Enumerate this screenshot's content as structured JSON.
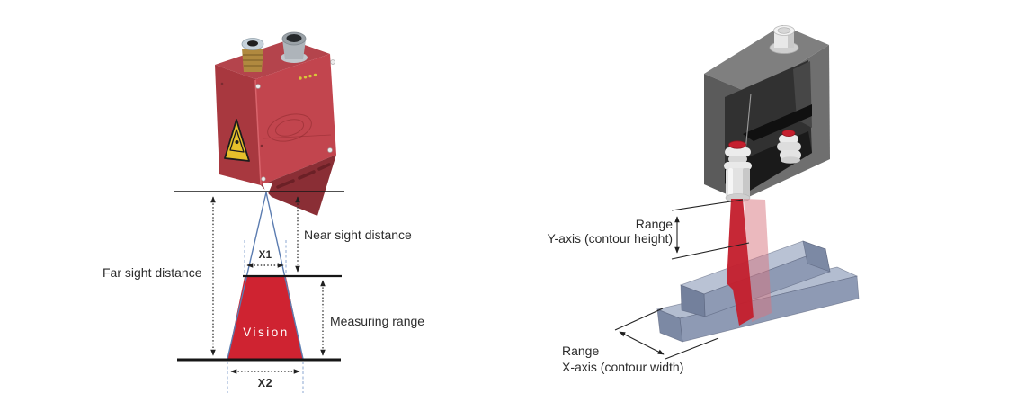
{
  "page": {
    "background": "#ffffff"
  },
  "left_diagram": {
    "description": "laser profile sensor side view with sight distances",
    "labels": {
      "far_sight_distance": "Far sight distance",
      "near_sight_distance": "Near sight distance",
      "measuring_range": "Measuring range",
      "x1": "X1",
      "x2": "X2",
      "vision": "Vision"
    },
    "colors": {
      "sensor_body": "#c2454e",
      "sensor_body_dark": "#a8383f",
      "vision_area": "#cf2331",
      "beam_lines": "#5b7cb0",
      "warning_label": "#e6c02b"
    }
  },
  "right_diagram": {
    "description": "sensor housing scanning a stepped workpiece with laser fan",
    "labels": {
      "range_y_title": "Range",
      "range_y_axis": "Y-axis (contour height)",
      "range_x_title": "Range",
      "range_x_axis": "X-axis (contour width)"
    },
    "colors": {
      "housing": "#6f6f6f",
      "housing_top": "#7f7f7f",
      "cavity": "#313131",
      "laser_beam": "#c41f2e",
      "receiver_beam": "#d8747e",
      "workpiece_top": "#b3bdd0",
      "workpiece_front": "#8e9ab4"
    }
  }
}
